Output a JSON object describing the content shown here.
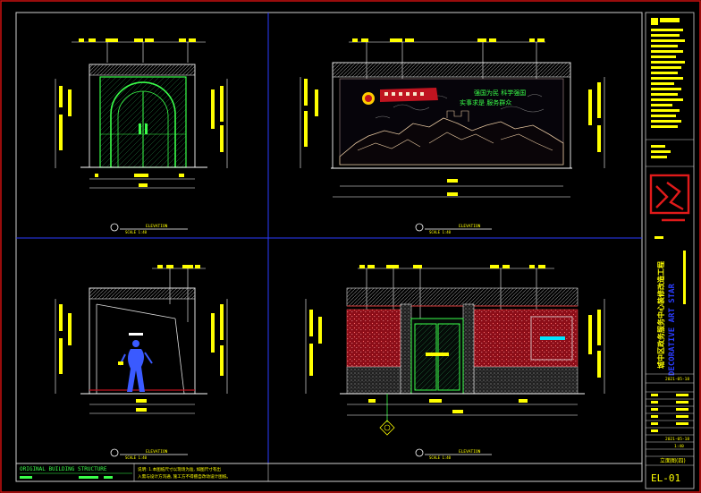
{
  "views": [
    {
      "label": "ELEVATION",
      "scale": "SCALE 1:40"
    },
    {
      "label": "ELEVATION",
      "scale": "SCALE 1:40"
    },
    {
      "label": "ELEVATION",
      "scale": "SCALE 1:40"
    },
    {
      "label": "ELEVATION",
      "scale": "SCALE 1:40"
    }
  ],
  "slogan": {
    "line1": "强国为民 科学强国",
    "line2": "实事求是 服务群众"
  },
  "footer": {
    "title": "ORIGINAL BUILDING STRUCTURE",
    "note1": "说明: 1.本图纸尺寸以现场为准, 如图尺寸有出",
    "note2": "入需与设计方沟通, 施工方不得擅自改动设计图纸。"
  },
  "title_block": {
    "brand": "DECORATIVE ART STAR",
    "project": "城中区政务服务中心装修改造工程",
    "date1": "2021-05-18",
    "date2": "2021-05-18",
    "scale": "1:40",
    "sheet_name": "立面图(四)",
    "sheet_no": "EL-01"
  },
  "colors": {
    "frame": "#cfcfcf",
    "panel_line": "#2a3cff",
    "accent": "#ffff00",
    "door": "#3aff4a",
    "wall_red": "#c01420",
    "cyan": "#00e5ff"
  }
}
